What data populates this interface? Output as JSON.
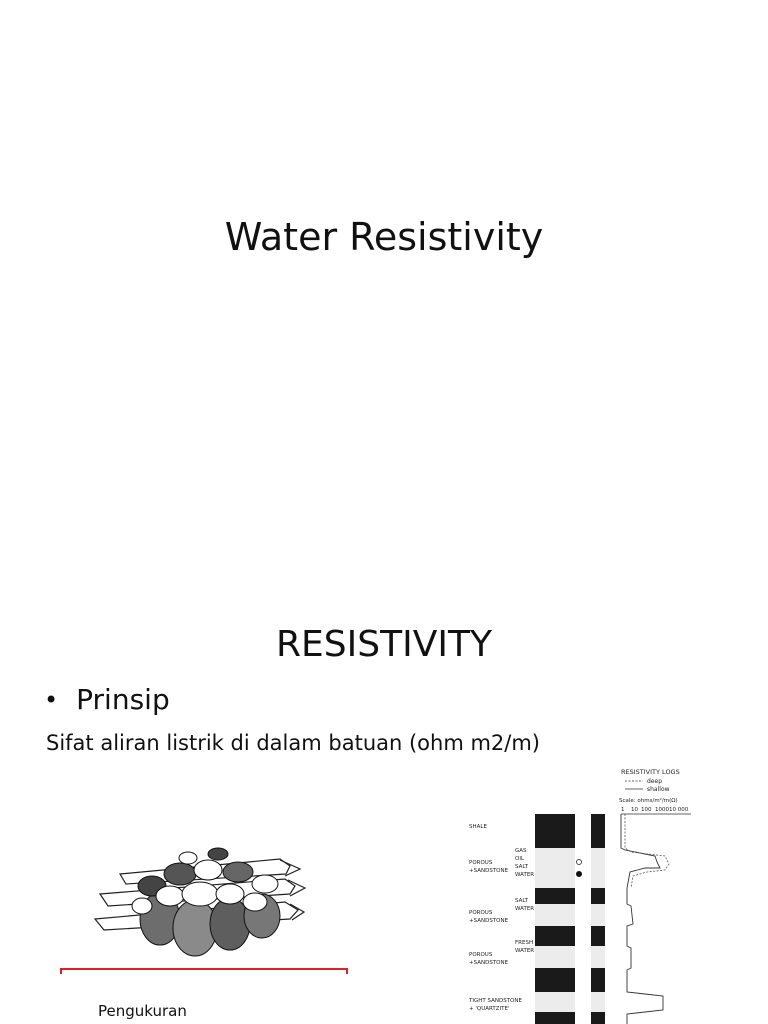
{
  "slide1": {
    "title": "Water Resistivity"
  },
  "slide2": {
    "title": "RESISTIVITY",
    "bullet": "Prinsip",
    "body": "Sifat aliran listrik di dalam batuan (ohm m2/m)",
    "caption": "Pengukuran",
    "log_figure": {
      "header": "RESISTIVITY LOGS",
      "legend_deep": "deep",
      "legend_shallow": "shallow",
      "scale": "Scale: ohms/m²/m(Ω)",
      "ticks": [
        "1",
        "10",
        "100",
        "1000",
        "10 000"
      ],
      "rows": [
        {
          "left": [
            "SHALE"
          ],
          "fluid": []
        },
        {
          "left": [
            "POROUS",
            "+SANDSTONE"
          ],
          "fluid": [
            "GAS",
            "OIL",
            "SALT",
            "WATER"
          ]
        },
        {
          "left": [
            "POROUS",
            "+SANDSTONE"
          ],
          "fluid": [
            "SALT",
            "WATER"
          ]
        },
        {
          "left": [
            "POROUS",
            "+SANDSTONE"
          ],
          "fluid": [
            "FRESH",
            "WATER"
          ]
        },
        {
          "left": [
            "TIGHT SANDSTONE",
            "+ 'QUARTZITE'"
          ],
          "fluid": []
        }
      ]
    },
    "colors": {
      "accent_line": "#dd2222"
    }
  }
}
